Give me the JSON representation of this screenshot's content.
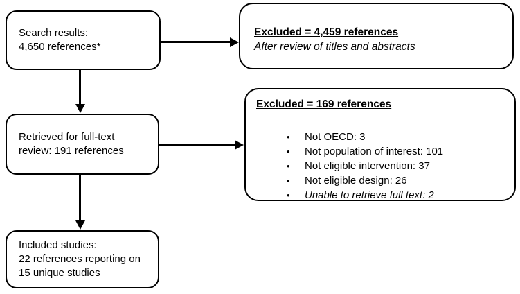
{
  "boxes": {
    "search": {
      "lines": [
        "Search results:",
        "4,650 references*"
      ]
    },
    "retrieved": {
      "lines": [
        "Retrieved for full-text",
        "review: 191 references"
      ]
    },
    "included": {
      "lines": [
        "Included studies:",
        "22 references reporting on",
        "15 unique studies"
      ]
    },
    "excluded_titles": {
      "heading": "Excluded = 4,459 references",
      "note": "After review of titles and abstracts"
    },
    "excluded_fulltext": {
      "heading": "Excluded = 169 references",
      "bullets": [
        "Not OECD: 3",
        "Not population of interest: 101",
        "Not eligible intervention: 37",
        "Not eligible design: 26",
        "Unable to retrieve full text: 2"
      ]
    }
  },
  "icons": {
    "bullet": "•"
  },
  "colors": {
    "line": "#000000",
    "text": "#000000",
    "background": "#ffffff"
  }
}
